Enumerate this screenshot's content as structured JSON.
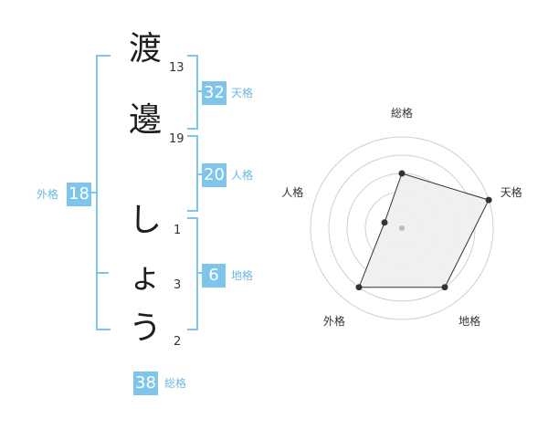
{
  "characters": [
    {
      "char": "渡",
      "strokes": "13"
    },
    {
      "char": "邊",
      "strokes": "19"
    },
    {
      "char": "し",
      "strokes": "1"
    },
    {
      "char": "ょ",
      "strokes": "3"
    },
    {
      "char": "う",
      "strokes": "2"
    }
  ],
  "fortunes": {
    "tenkaku": {
      "value": "32",
      "label": "天格"
    },
    "jinkaku": {
      "value": "20",
      "label": "人格"
    },
    "chikaku": {
      "value": "6",
      "label": "地格"
    },
    "gaikaku": {
      "value": "18",
      "label": "外格"
    },
    "soukaku": {
      "value": "38",
      "label": "総格"
    }
  },
  "chart_data": {
    "type": "radar",
    "axes": [
      "総格",
      "天格",
      "地格",
      "外格",
      "人格"
    ],
    "values": [
      3,
      5,
      4,
      4,
      1
    ],
    "max": 5,
    "rings": 5,
    "colors": {
      "grid": "#cfcfcf",
      "fill": "#eeeeee",
      "line": "#333333",
      "accent": "#7fc4ea"
    }
  }
}
